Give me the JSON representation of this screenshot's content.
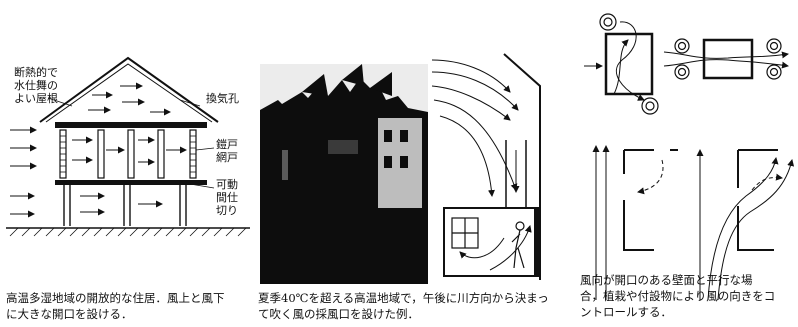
{
  "panel1": {
    "labels": {
      "roof": "断熱的で\n水仕舞の\nよい屋根",
      "vent": "換気孔",
      "shutter": "鎧戸\n網戸",
      "partition": "可動\n間仕\n切り"
    },
    "caption": "高温多湿地域の開放的な住居．風上と風下\nに大きな開口を設ける．"
  },
  "panel2": {
    "caption": "夏季40℃を超える高温地域で，午後に川方向から決まっ\nて吹く風の採風口を設けた例．"
  },
  "panel4": {
    "caption": "風向が開口のある壁面と平行な場\n合，植栽や付設物により風の向きをコ\nントロールする．"
  },
  "colors": {
    "ink": "#111111",
    "photo_dark": "#0d0d0d",
    "photo_light": "#d8d8d8"
  }
}
